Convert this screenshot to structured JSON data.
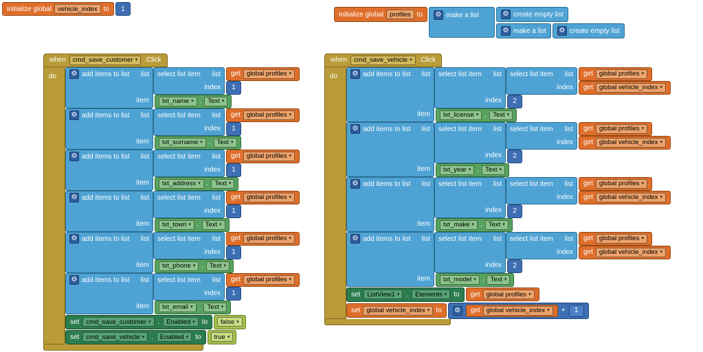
{
  "icons": {
    "gear": "⚙",
    "caret": "▾"
  },
  "palette": {
    "event_gold": "#B99B38",
    "lists_blue": "#4FA3D4",
    "math_blue": "#3E6FB3",
    "variables_orange": "#DF6E2B",
    "component_set_green": "#2B7D4E",
    "component_get_green": "#57A35F",
    "logic_green": "#A4BE4B"
  },
  "labels": {
    "initialize_global": "initialize global",
    "to": "to",
    "when": "when",
    "click": ".Click",
    "do": "do",
    "set": "set",
    "get": "get",
    "dot": ".",
    "plus": "+",
    "make_a_list": "make a list",
    "create_empty_list": "create empty list",
    "add_items_to_list": "add items to list",
    "list": "list",
    "select_list_item": "select list item",
    "index": "index",
    "item": "item"
  },
  "init_vehicle_index": {
    "name": "vehicle_index",
    "value": "1"
  },
  "init_profiles": {
    "name": "profiles"
  },
  "customer_event": {
    "component": "cmd_save_customer",
    "adds": [
      {
        "list_var": "global profiles",
        "index": "1",
        "field": "txt_name",
        "prop": "Text"
      },
      {
        "list_var": "global profiles",
        "index": "1",
        "field": "txt_surname",
        "prop": "Text"
      },
      {
        "list_var": "global profiles",
        "index": "1",
        "field": "txt_address",
        "prop": "Text"
      },
      {
        "list_var": "global profiles",
        "index": "1",
        "field": "txt_town",
        "prop": "Text"
      },
      {
        "list_var": "global profiles",
        "index": "1",
        "field": "txt_phone",
        "prop": "Text"
      },
      {
        "list_var": "global profiles",
        "index": "1",
        "field": "txt_email",
        "prop": "Text"
      }
    ],
    "setters": [
      {
        "component": "cmd_save_customer",
        "prop": "Enabled",
        "value": "false"
      },
      {
        "component": "cmd_save_vehicle",
        "prop": "Enabled",
        "value": "true"
      }
    ]
  },
  "vehicle_event": {
    "component": "cmd_save_vehicle",
    "adds": [
      {
        "list_var": "global profiles",
        "row_var": "global vehicle_index",
        "index": "2",
        "field": "txt_license",
        "prop": "Text"
      },
      {
        "list_var": "global profiles",
        "row_var": "global vehicle_index",
        "index": "2",
        "field": "txt_year",
        "prop": "Text"
      },
      {
        "list_var": "global profiles",
        "row_var": "global vehicle_index",
        "index": "2",
        "field": "txt_make",
        "prop": "Text"
      },
      {
        "list_var": "global profiles",
        "row_var": "global vehicle_index",
        "index": "2",
        "field": "txt_model",
        "prop": "Text"
      }
    ],
    "listview_setter": {
      "component": "ListView1",
      "prop": "Elements",
      "value_var": "global profiles"
    },
    "index_setter": {
      "var": "global vehicle_index",
      "get_var": "global vehicle_index",
      "increment": "1"
    }
  }
}
